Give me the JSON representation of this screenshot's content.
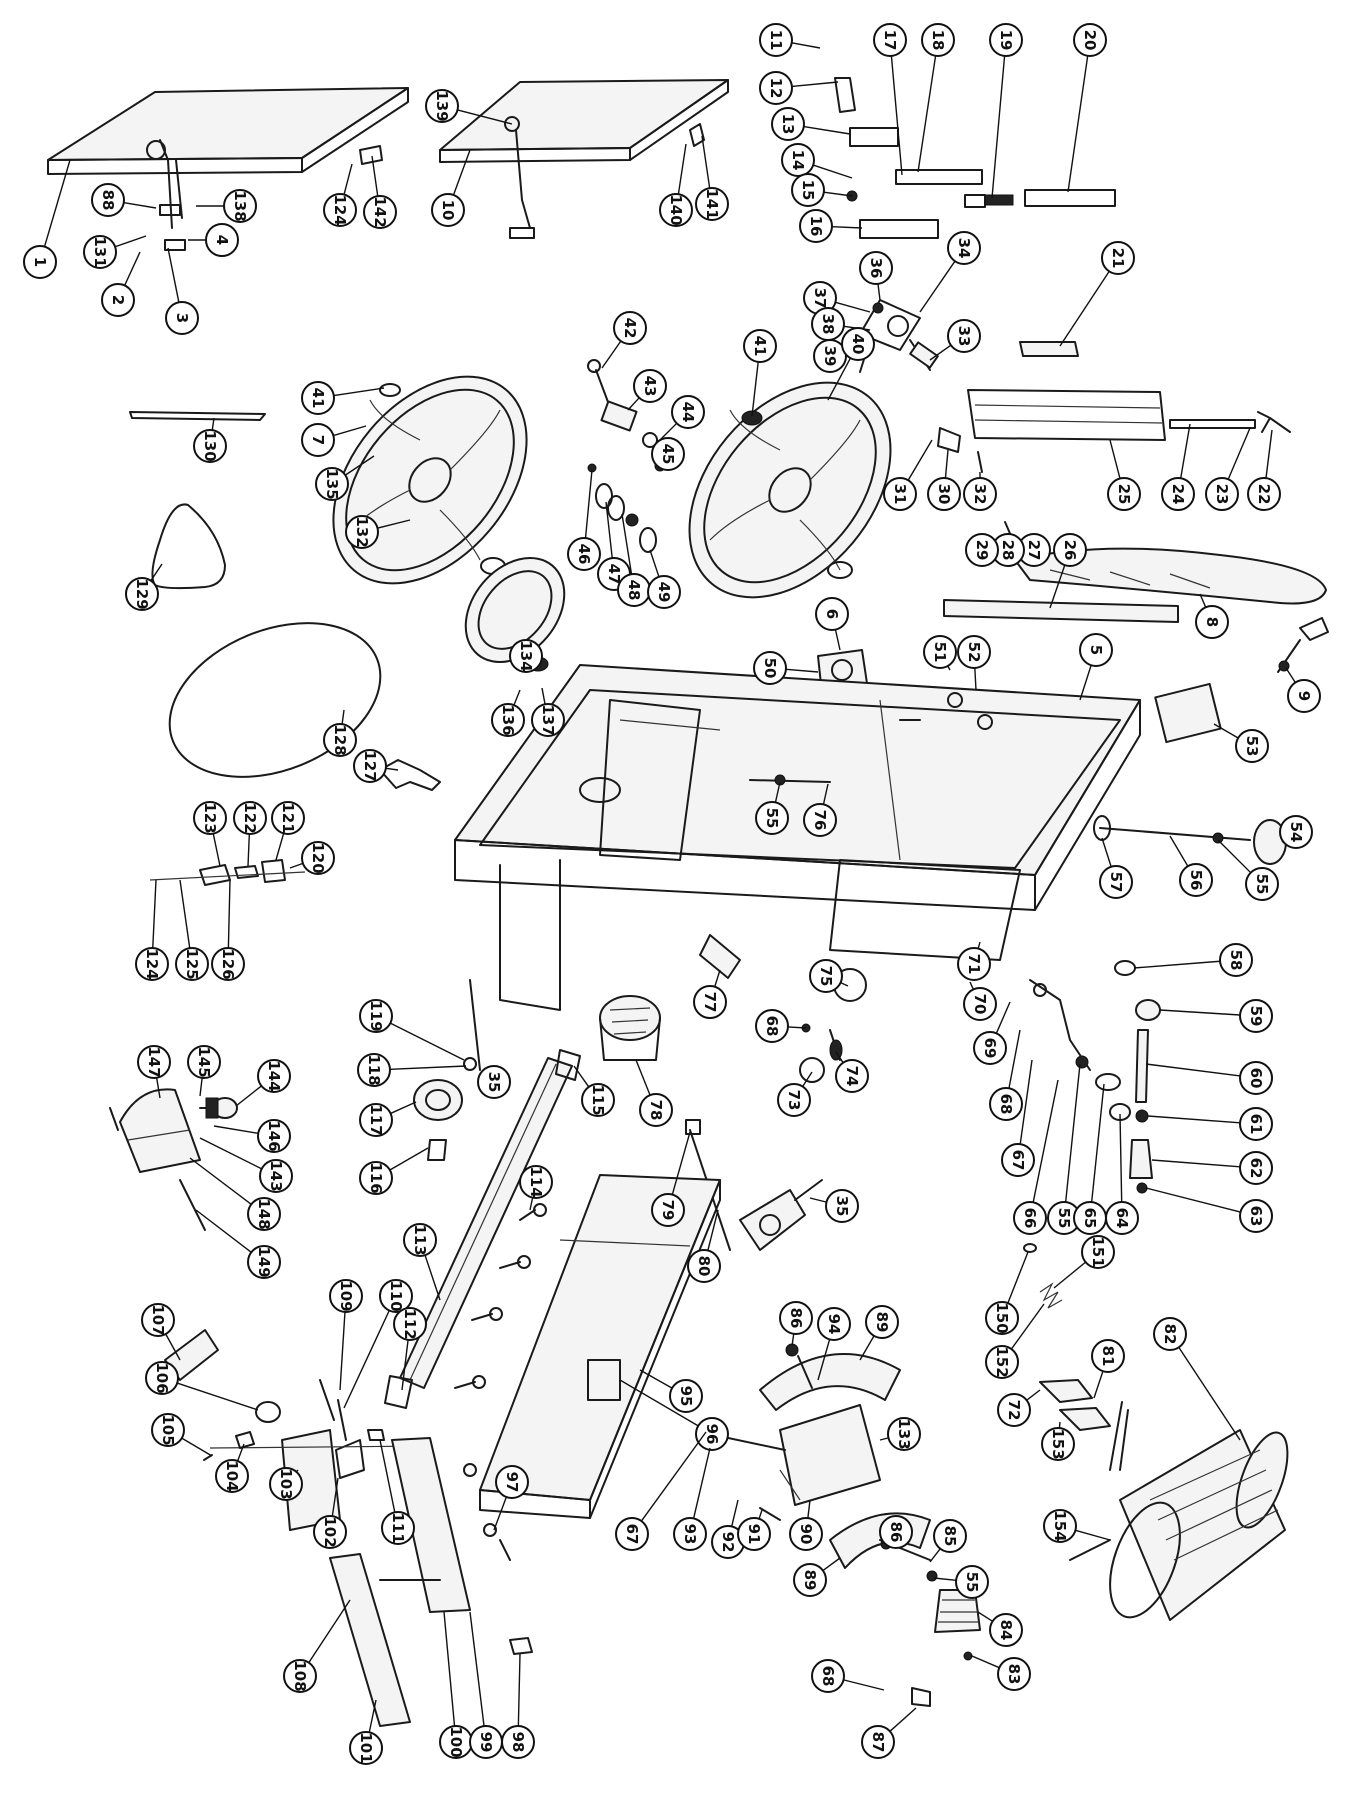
{
  "labels": [
    {
      "id": "1"
    },
    {
      "id": "2"
    },
    {
      "id": "3"
    },
    {
      "id": "4"
    },
    {
      "id": "88"
    },
    {
      "id": "131"
    },
    {
      "id": "138"
    },
    {
      "id": "124a",
      "text": "124"
    },
    {
      "id": "142"
    },
    {
      "id": "139"
    },
    {
      "id": "10"
    },
    {
      "id": "140"
    },
    {
      "id": "141"
    },
    {
      "id": "11"
    },
    {
      "id": "12"
    },
    {
      "id": "13"
    },
    {
      "id": "14"
    },
    {
      "id": "15"
    },
    {
      "id": "16"
    },
    {
      "id": "17"
    },
    {
      "id": "18"
    },
    {
      "id": "19"
    },
    {
      "id": "20"
    },
    {
      "id": "21"
    },
    {
      "id": "36"
    },
    {
      "id": "34"
    },
    {
      "id": "37"
    },
    {
      "id": "38"
    },
    {
      "id": "39"
    },
    {
      "id": "33"
    },
    {
      "id": "22"
    },
    {
      "id": "23"
    },
    {
      "id": "24"
    },
    {
      "id": "25"
    },
    {
      "id": "26"
    },
    {
      "id": "27"
    },
    {
      "id": "28"
    },
    {
      "id": "29"
    },
    {
      "id": "30"
    },
    {
      "id": "31"
    },
    {
      "id": "32"
    },
    {
      "id": "8"
    },
    {
      "id": "9"
    },
    {
      "id": "130"
    },
    {
      "id": "41a",
      "text": "41"
    },
    {
      "id": "7"
    },
    {
      "id": "135"
    },
    {
      "id": "132"
    },
    {
      "id": "129"
    },
    {
      "id": "42"
    },
    {
      "id": "43"
    },
    {
      "id": "44"
    },
    {
      "id": "45"
    },
    {
      "id": "46"
    },
    {
      "id": "47"
    },
    {
      "id": "48"
    },
    {
      "id": "49"
    },
    {
      "id": "41b",
      "text": "41"
    },
    {
      "id": "40"
    },
    {
      "id": "134"
    },
    {
      "id": "128"
    },
    {
      "id": "127"
    },
    {
      "id": "136"
    },
    {
      "id": "137"
    },
    {
      "id": "6"
    },
    {
      "id": "50"
    },
    {
      "id": "51"
    },
    {
      "id": "52"
    },
    {
      "id": "5"
    },
    {
      "id": "53"
    },
    {
      "id": "54"
    },
    {
      "id": "55a",
      "text": "55"
    },
    {
      "id": "56"
    },
    {
      "id": "57"
    },
    {
      "id": "55b",
      "text": "55"
    },
    {
      "id": "76"
    },
    {
      "id": "120"
    },
    {
      "id": "121"
    },
    {
      "id": "122"
    },
    {
      "id": "123"
    },
    {
      "id": "124b",
      "text": "124"
    },
    {
      "id": "125"
    },
    {
      "id": "126"
    },
    {
      "id": "71"
    },
    {
      "id": "70"
    },
    {
      "id": "75"
    },
    {
      "id": "77"
    },
    {
      "id": "68a",
      "text": "68"
    },
    {
      "id": "74"
    },
    {
      "id": "73"
    },
    {
      "id": "69"
    },
    {
      "id": "68b",
      "text": "68"
    },
    {
      "id": "67a",
      "text": "67"
    },
    {
      "id": "66"
    },
    {
      "id": "55c",
      "text": "55"
    },
    {
      "id": "65"
    },
    {
      "id": "64"
    },
    {
      "id": "58"
    },
    {
      "id": "59"
    },
    {
      "id": "60"
    },
    {
      "id": "61"
    },
    {
      "id": "62"
    },
    {
      "id": "63"
    },
    {
      "id": "119"
    },
    {
      "id": "118"
    },
    {
      "id": "35a",
      "text": "35"
    },
    {
      "id": "117"
    },
    {
      "id": "116"
    },
    {
      "id": "115"
    },
    {
      "id": "78"
    },
    {
      "id": "79"
    },
    {
      "id": "80"
    },
    {
      "id": "35b",
      "text": "35"
    },
    {
      "id": "113"
    },
    {
      "id": "114"
    },
    {
      "id": "147"
    },
    {
      "id": "145"
    },
    {
      "id": "144"
    },
    {
      "id": "146"
    },
    {
      "id": "143"
    },
    {
      "id": "148"
    },
    {
      "id": "149"
    },
    {
      "id": "151"
    },
    {
      "id": "150"
    },
    {
      "id": "152"
    },
    {
      "id": "81"
    },
    {
      "id": "72"
    },
    {
      "id": "153"
    },
    {
      "id": "82"
    },
    {
      "id": "154"
    },
    {
      "id": "109"
    },
    {
      "id": "110"
    },
    {
      "id": "112"
    },
    {
      "id": "107"
    },
    {
      "id": "106"
    },
    {
      "id": "105"
    },
    {
      "id": "104"
    },
    {
      "id": "103"
    },
    {
      "id": "102"
    },
    {
      "id": "111"
    },
    {
      "id": "97"
    },
    {
      "id": "86a",
      "text": "86"
    },
    {
      "id": "94"
    },
    {
      "id": "89a",
      "text": "89"
    },
    {
      "id": "95"
    },
    {
      "id": "96"
    },
    {
      "id": "133"
    },
    {
      "id": "67b",
      "text": "67"
    },
    {
      "id": "93"
    },
    {
      "id": "92"
    },
    {
      "id": "91"
    },
    {
      "id": "90"
    },
    {
      "id": "86b",
      "text": "86"
    },
    {
      "id": "85"
    },
    {
      "id": "89b",
      "text": "89"
    },
    {
      "id": "55d",
      "text": "55"
    },
    {
      "id": "84"
    },
    {
      "id": "83"
    },
    {
      "id": "68c",
      "text": "68"
    },
    {
      "id": "87"
    },
    {
      "id": "108"
    },
    {
      "id": "101"
    },
    {
      "id": "100"
    },
    {
      "id": "99"
    },
    {
      "id": "98"
    }
  ]
}
